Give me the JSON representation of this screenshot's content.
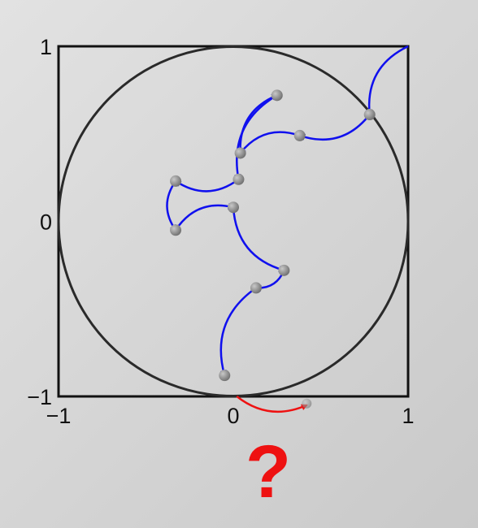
{
  "axes": {
    "xlim": [
      -1,
      1
    ],
    "ylim": [
      -1,
      1
    ],
    "x_ticks": [
      "−1",
      "0",
      "1"
    ],
    "y_ticks": [
      "1",
      "0",
      "−1"
    ]
  },
  "shapes": {
    "square": {
      "x": [
        -1,
        1
      ],
      "y": [
        -1,
        1
      ],
      "color": "#111111"
    },
    "circle": {
      "cx": 0,
      "cy": 0,
      "r": 1,
      "color": "#2a2a2a"
    }
  },
  "walk": {
    "arrow_color": "#1010ee",
    "dot_color": "#8d8d8d",
    "points": [
      [
        1.0,
        1.0
      ],
      [
        0.78,
        0.61
      ],
      [
        0.38,
        0.49
      ],
      [
        0.04,
        0.39
      ],
      [
        0.25,
        0.72
      ],
      [
        0.03,
        0.24
      ],
      [
        -0.33,
        0.23
      ],
      [
        -0.33,
        -0.05
      ],
      [
        0.0,
        0.08
      ],
      [
        0.29,
        -0.28
      ],
      [
        0.13,
        -0.38
      ],
      [
        -0.05,
        -0.88
      ]
    ]
  },
  "question_step": {
    "color": "#ee1111",
    "from": [
      0.02,
      -1.0
    ],
    "to": [
      0.42,
      -1.05
    ],
    "label": "?"
  }
}
